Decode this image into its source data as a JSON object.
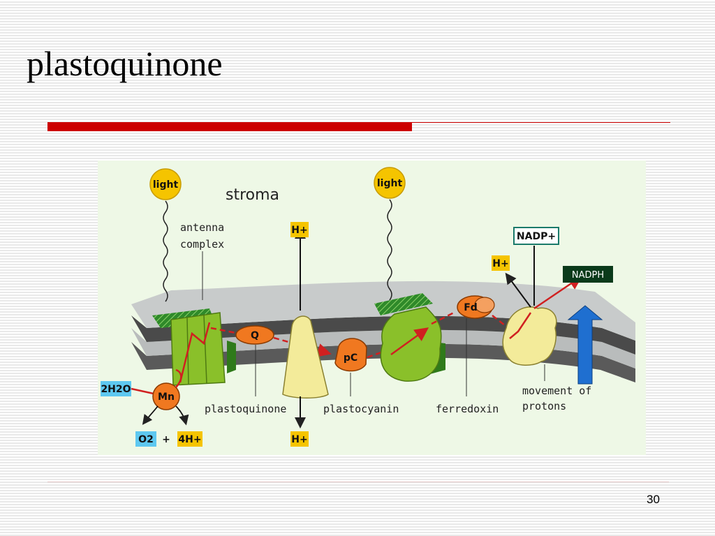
{
  "slide": {
    "title": "plastoquinone",
    "page_number": "30"
  },
  "diagram": {
    "region_label": "stroma",
    "light_1": "light",
    "light_2": "light",
    "antenna_line1": "antenna",
    "antenna_line2": "complex",
    "h_top": "H+",
    "h_bottom": "H+",
    "h_right": "H+",
    "q": "Q",
    "pc": "pC",
    "fd": "Fd",
    "mn": "Mn",
    "water": "2H2O",
    "oxygen": "O2",
    "plus": "+",
    "four_h": "4H+",
    "nadp": "NADP+",
    "nadph": "NADPH",
    "label_plastoquinone": "plastoquinone",
    "label_plastocyanin": "plastocyanin",
    "label_ferredoxin": "ferredoxin",
    "movement_line1": "movement of",
    "movement_line2": "protons"
  },
  "colors": {
    "accent_red": "#cc0000",
    "diagram_background": "#eef8e6",
    "light_yellow": "#f5c400",
    "carrier_orange": "#f07820",
    "protein_green": "#8ac02a",
    "proton_arrow_blue": "#1f6fd0"
  }
}
